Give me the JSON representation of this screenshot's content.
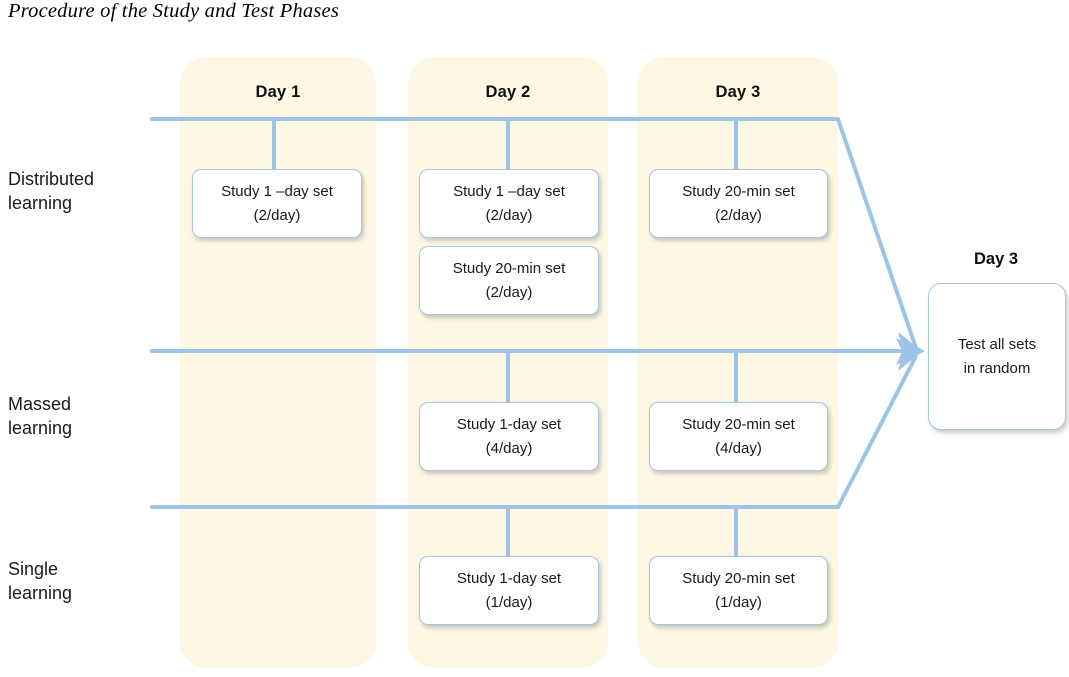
{
  "title": "Procedure of the Study and Test Phases",
  "colors": {
    "band_fill": "#FDF7E3",
    "connector_blue": "#9DC3E6",
    "box_border": "#A7C6E3",
    "box_fill": "#FFFFFF",
    "text": "#1a1a1a"
  },
  "columns": [
    {
      "id": "day1",
      "label": "Day 1"
    },
    {
      "id": "day2",
      "label": "Day 2"
    },
    {
      "id": "day3",
      "label": "Day 3"
    }
  ],
  "test_column": {
    "label": "Day 3"
  },
  "rows": [
    {
      "id": "distributed",
      "label": "Distributed\nlearning",
      "line1": "Distributed",
      "line2": "learning"
    },
    {
      "id": "massed",
      "label": "Massed\nlearning",
      "line1": "Massed",
      "line2": "learning"
    },
    {
      "id": "single",
      "label": "Single\nlearning",
      "line1": "Single",
      "line2": "learning"
    }
  ],
  "boxes": {
    "distributed_day1": {
      "line1": "Study 1 –day set",
      "line2": "(2/day)"
    },
    "distributed_day2_a": {
      "line1": "Study 1 –day set",
      "line2": "(2/day)"
    },
    "distributed_day2_b": {
      "line1": "Study 20-min set",
      "line2": "(2/day)"
    },
    "distributed_day3": {
      "line1": "Study 20-min set",
      "line2": "(2/day)"
    },
    "massed_day2": {
      "line1": "Study 1-day set",
      "line2": "(4/day)"
    },
    "massed_day3": {
      "line1": "Study 20-min set",
      "line2": "(4/day)"
    },
    "single_day2": {
      "line1": "Study 1-day set",
      "line2": "(1/day)"
    },
    "single_day3": {
      "line1": "Study 20-min set",
      "line2": "(1/day)"
    },
    "test": {
      "line1": "Test all sets",
      "line2": "in random"
    }
  }
}
